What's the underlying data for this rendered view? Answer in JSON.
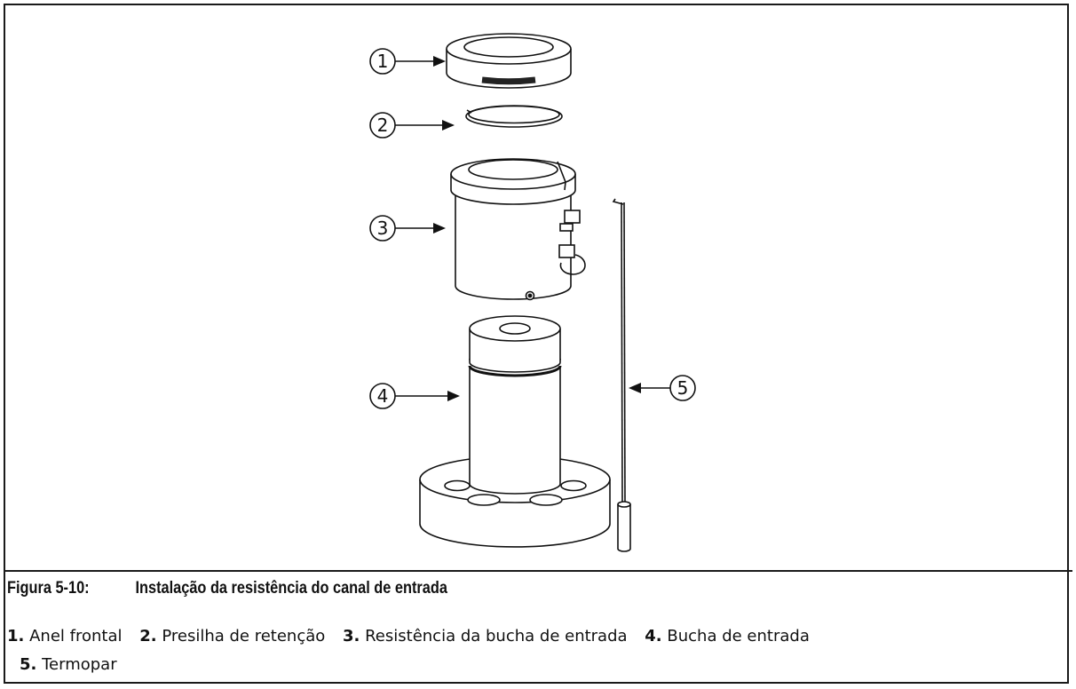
{
  "figure": {
    "number": "Figura 5-10:",
    "title": "Instalação da resistência do canal de entrada"
  },
  "callouts": [
    "1",
    "2",
    "3",
    "4",
    "5"
  ],
  "legend": [
    {
      "num": "1.",
      "label": "Anel frontal"
    },
    {
      "num": "2.",
      "label": "Presilha de retenção"
    },
    {
      "num": "3.",
      "label": "Resistência da bucha de entrada"
    },
    {
      "num": "4.",
      "label": "Bucha de entrada"
    },
    {
      "num": "5.",
      "label": "Termopar"
    }
  ]
}
